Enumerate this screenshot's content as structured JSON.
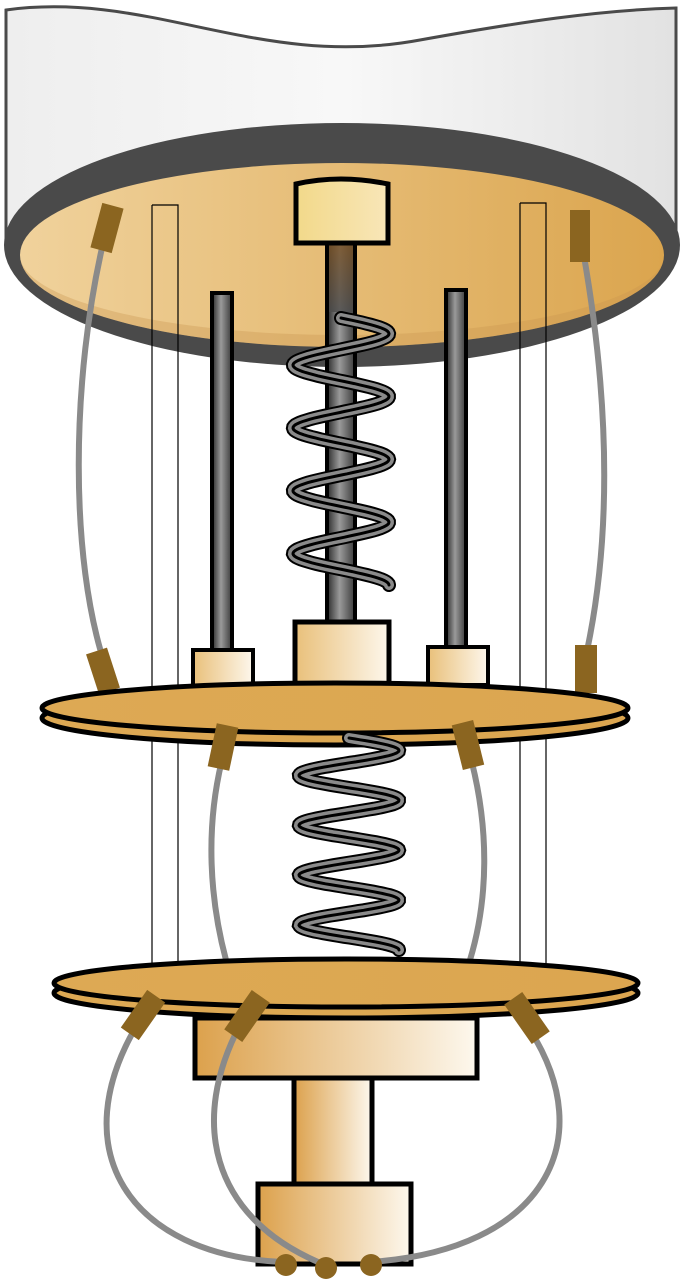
{
  "diagram": {
    "kind": "cryostat-stage-assembly",
    "labels": [],
    "colors": {
      "brass_light": "#f3dea0",
      "brass": "#e8c27e",
      "brass_dark": "#dba54e",
      "connector": "#8b6520",
      "wire": "#8a8a8a",
      "outline": "#000000",
      "can_rim": "#4a4a4a",
      "can_glass": "#ebebeb"
    },
    "counts": {
      "stages": 3,
      "springs": 2,
      "support_rods": 2,
      "bottom_pins": 3
    }
  }
}
